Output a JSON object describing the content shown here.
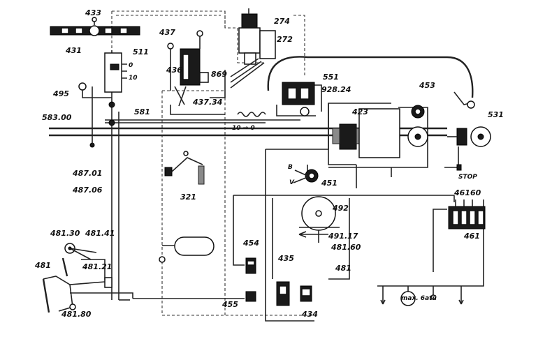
{
  "labels": {
    "l433": "433",
    "l274": "274",
    "l272": "272",
    "l431": "431",
    "l437": "437",
    "l511": "511",
    "l436": "436",
    "l869": "869",
    "l551": "551",
    "l92824": "928.24",
    "l495": "495",
    "l43734": "437.34",
    "l453": "453",
    "l58300": "583.00",
    "l581": "581",
    "l423": "423",
    "l531": "531",
    "l48701": "487.01",
    "l48706": "487.06",
    "l321": "321",
    "l451": "451",
    "l46160": "46160",
    "l492": "492",
    "l461": "461",
    "l49117": "491.17",
    "l48130": "481.30",
    "l48141": "481.41",
    "l454": "454",
    "l48160": "481.60",
    "l435": "435",
    "l48121": "481.21",
    "l481a": "481",
    "l481b": "481",
    "l455": "455",
    "l434": "434",
    "l48180": "481.80",
    "stop": "STOP",
    "fwd": "10 → 0",
    "gauge": "max. 6atü",
    "v_mark": "V",
    "b_mark": "B",
    "p0": "0",
    "p10": "10"
  }
}
